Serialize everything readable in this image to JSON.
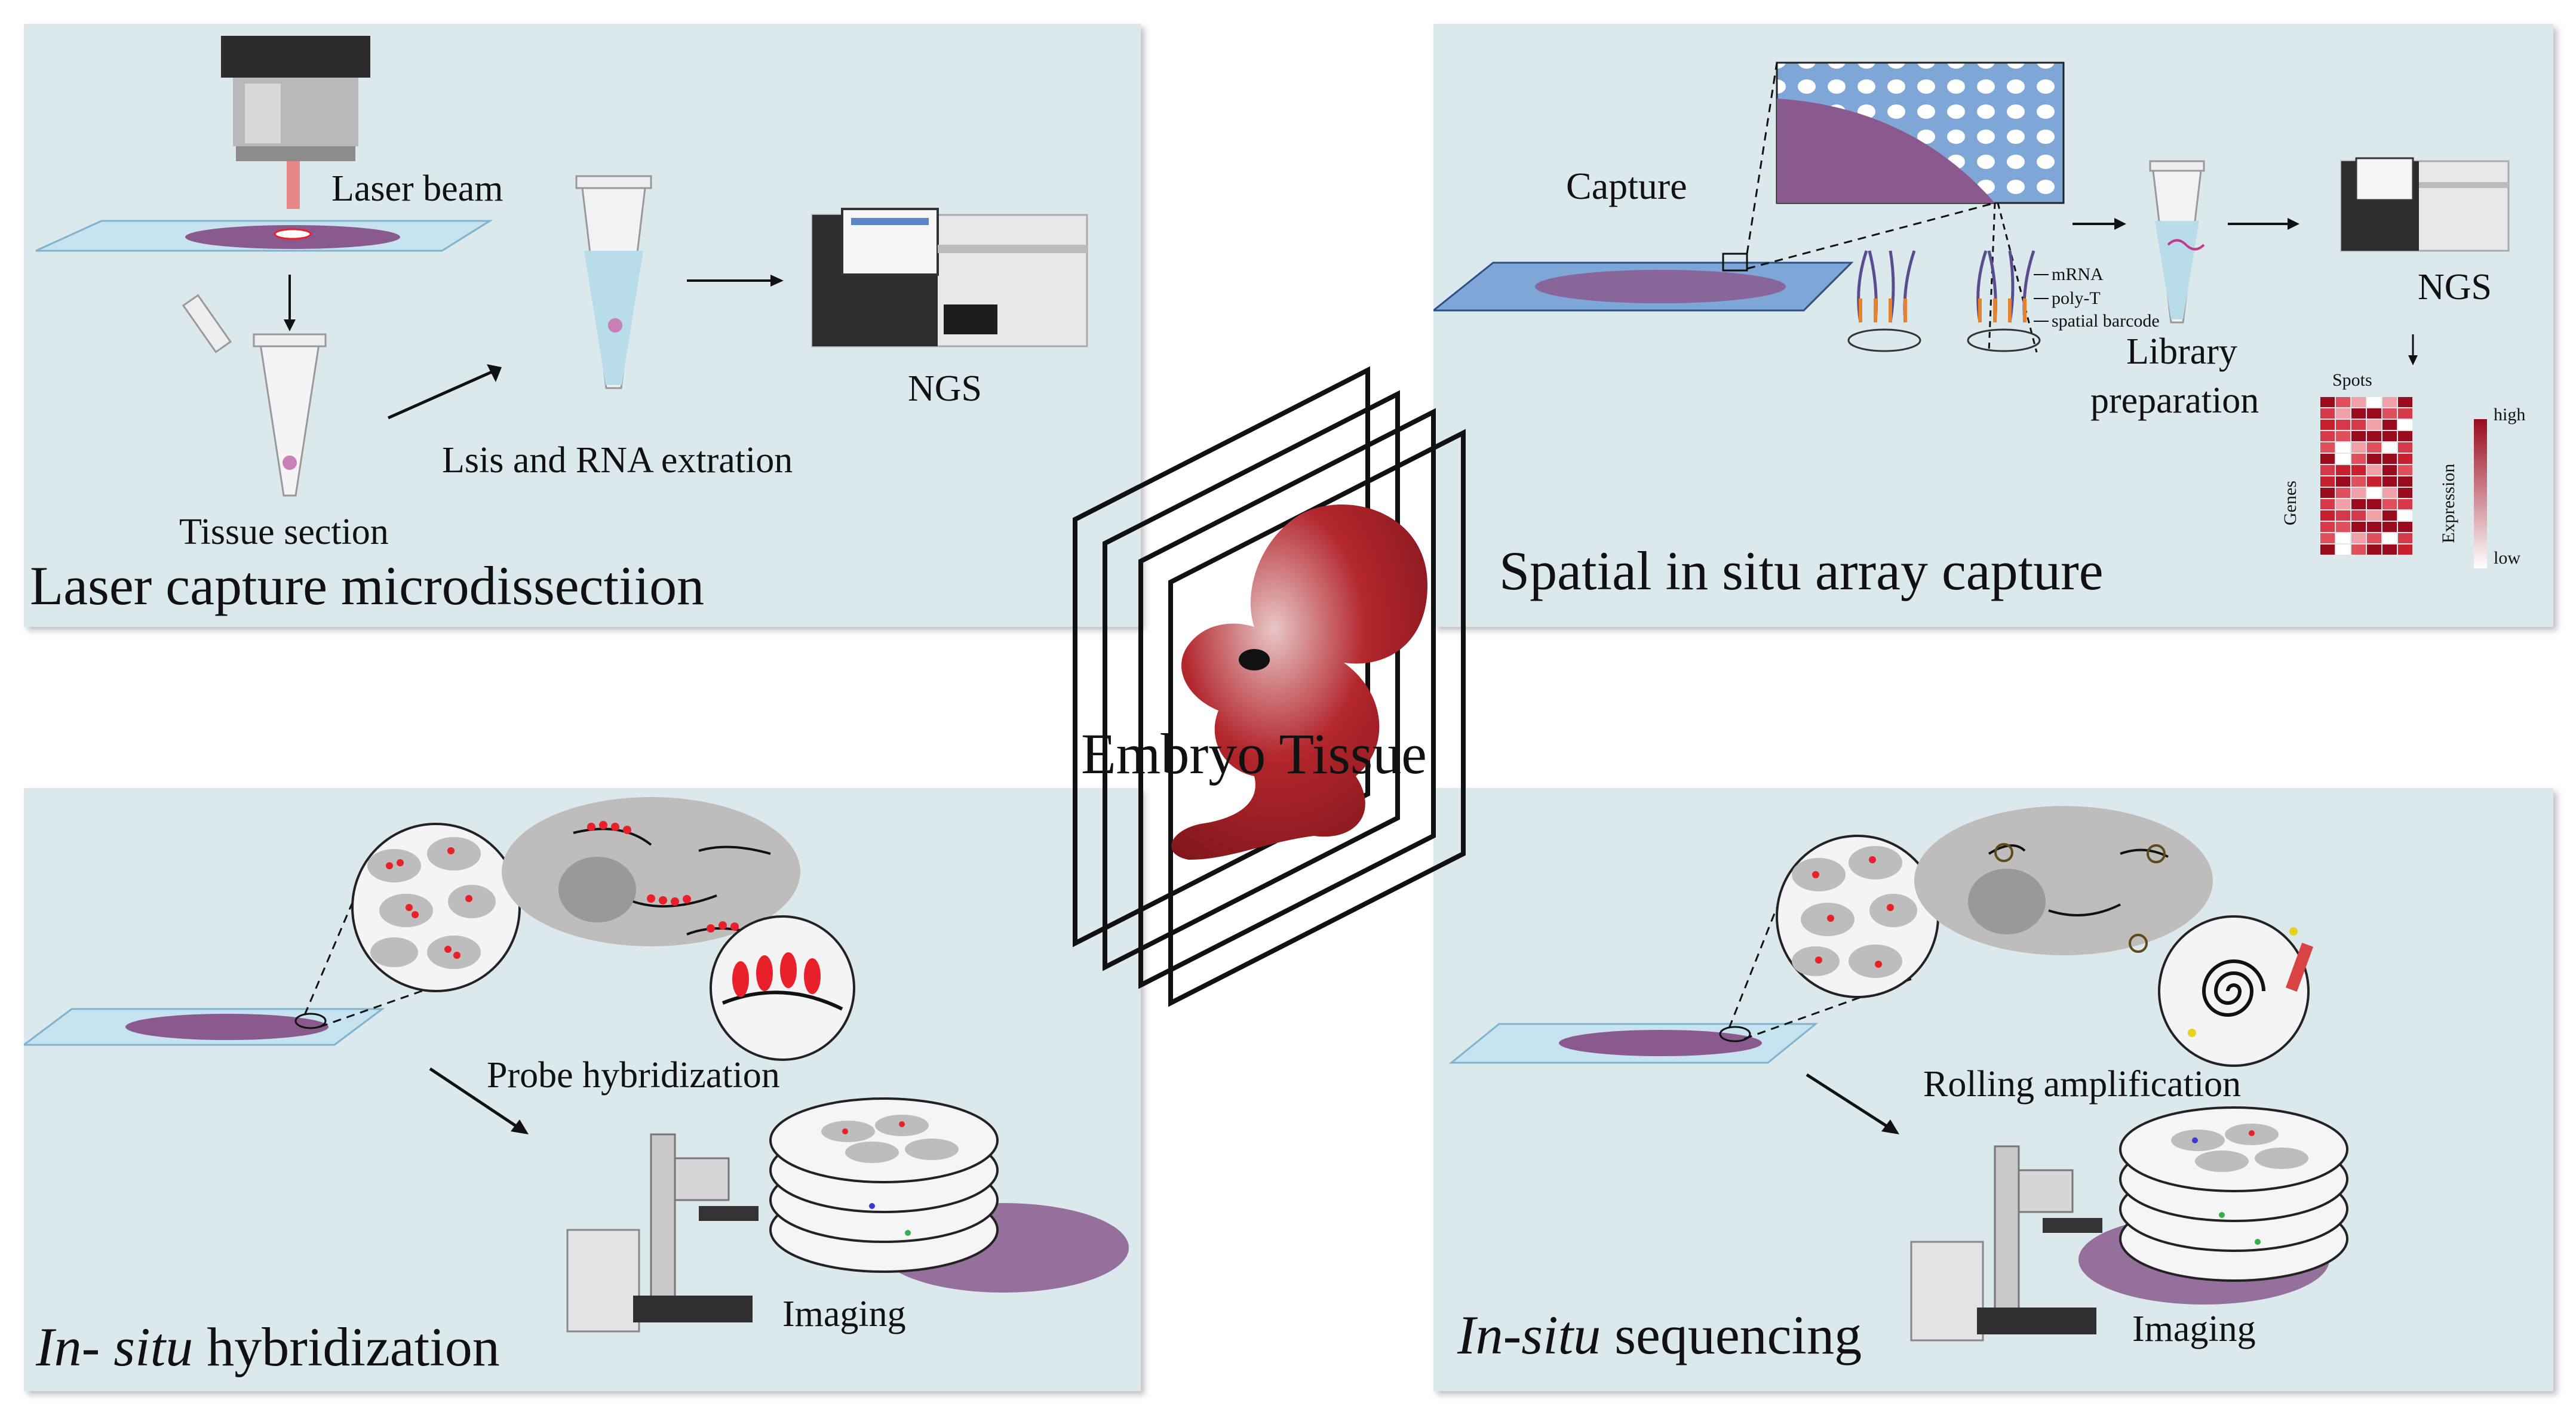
{
  "center": {
    "label": "Embryo Tissue"
  },
  "panels": {
    "lcm": {
      "title": "Laser capture microdissectiion",
      "laser_label": "Laser beam",
      "tissue_label": "Tissue section",
      "extraction_label": "Lsis and RNA extration",
      "ngs_label": "NGS"
    },
    "array": {
      "title": "Spatial in situ array capture",
      "capture_label": "Capture",
      "mrna_label": "mRNA",
      "polyt_label": "poly-T",
      "barcode_label": "spatial barcode",
      "library_label_1": "Library",
      "library_label_2": "preparation",
      "ngs_label": "NGS",
      "heatmap": {
        "spots_label": "Spots",
        "genes_label": "Genes",
        "expression_label": "Expression",
        "high_label": "high",
        "low_label": "low",
        "high_color": "#9b0b1e",
        "low_color": "#ffffff"
      }
    },
    "ish": {
      "title_italic": "In- situ",
      "title_rest": " hybridization",
      "probe_label": "Probe hybridization",
      "imaging_label": "Imaging"
    },
    "iss": {
      "title_italic": "In-situ",
      "title_rest": " sequencing",
      "rolling_label": "Rolling amplification",
      "imaging_label": "Imaging"
    }
  },
  "colors": {
    "panel_bg": "#dbe9ec",
    "tissue": "#8a5a8e",
    "probe_red": "#e8202a",
    "embryo": "#b3262d"
  }
}
